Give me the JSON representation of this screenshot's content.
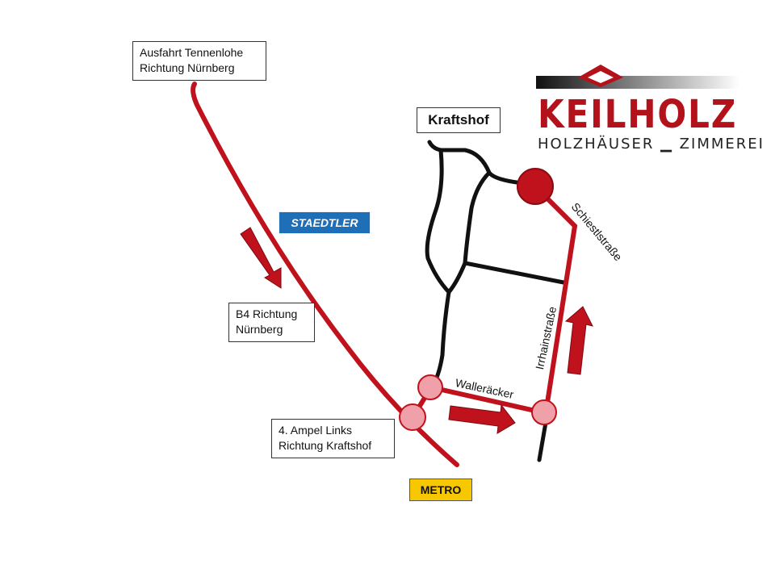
{
  "logo": {
    "name": "KEILHOLZ",
    "tagline": "HOLZHÄUSER ▁ ZIMMEREI",
    "brand_color": "#b3121b"
  },
  "labels": {
    "exit": {
      "line1": "Ausfahrt Tennenlohe",
      "line2": "Richtung Nürnberg"
    },
    "b4": {
      "line1": "B4 Richtung",
      "line2": "Nürnberg"
    },
    "ampel": {
      "line1": "4. Ampel Links",
      "line2": "Richtung Kraftshof"
    },
    "kraftshof": "Kraftshof",
    "staedtler": "STAEDTLER",
    "metro": "METRO"
  },
  "streets": {
    "schiestl": "Schiestlstraße",
    "irrhain": "Irrhainstraße",
    "walleracker": "Walleräcker"
  },
  "colors": {
    "route": "#c0121c",
    "road": "#111111",
    "staedtler_bg": "#1f6fb8",
    "metro_bg": "#f7c800",
    "junction_light": "#f0a0a8",
    "destination": "#c0121c"
  }
}
